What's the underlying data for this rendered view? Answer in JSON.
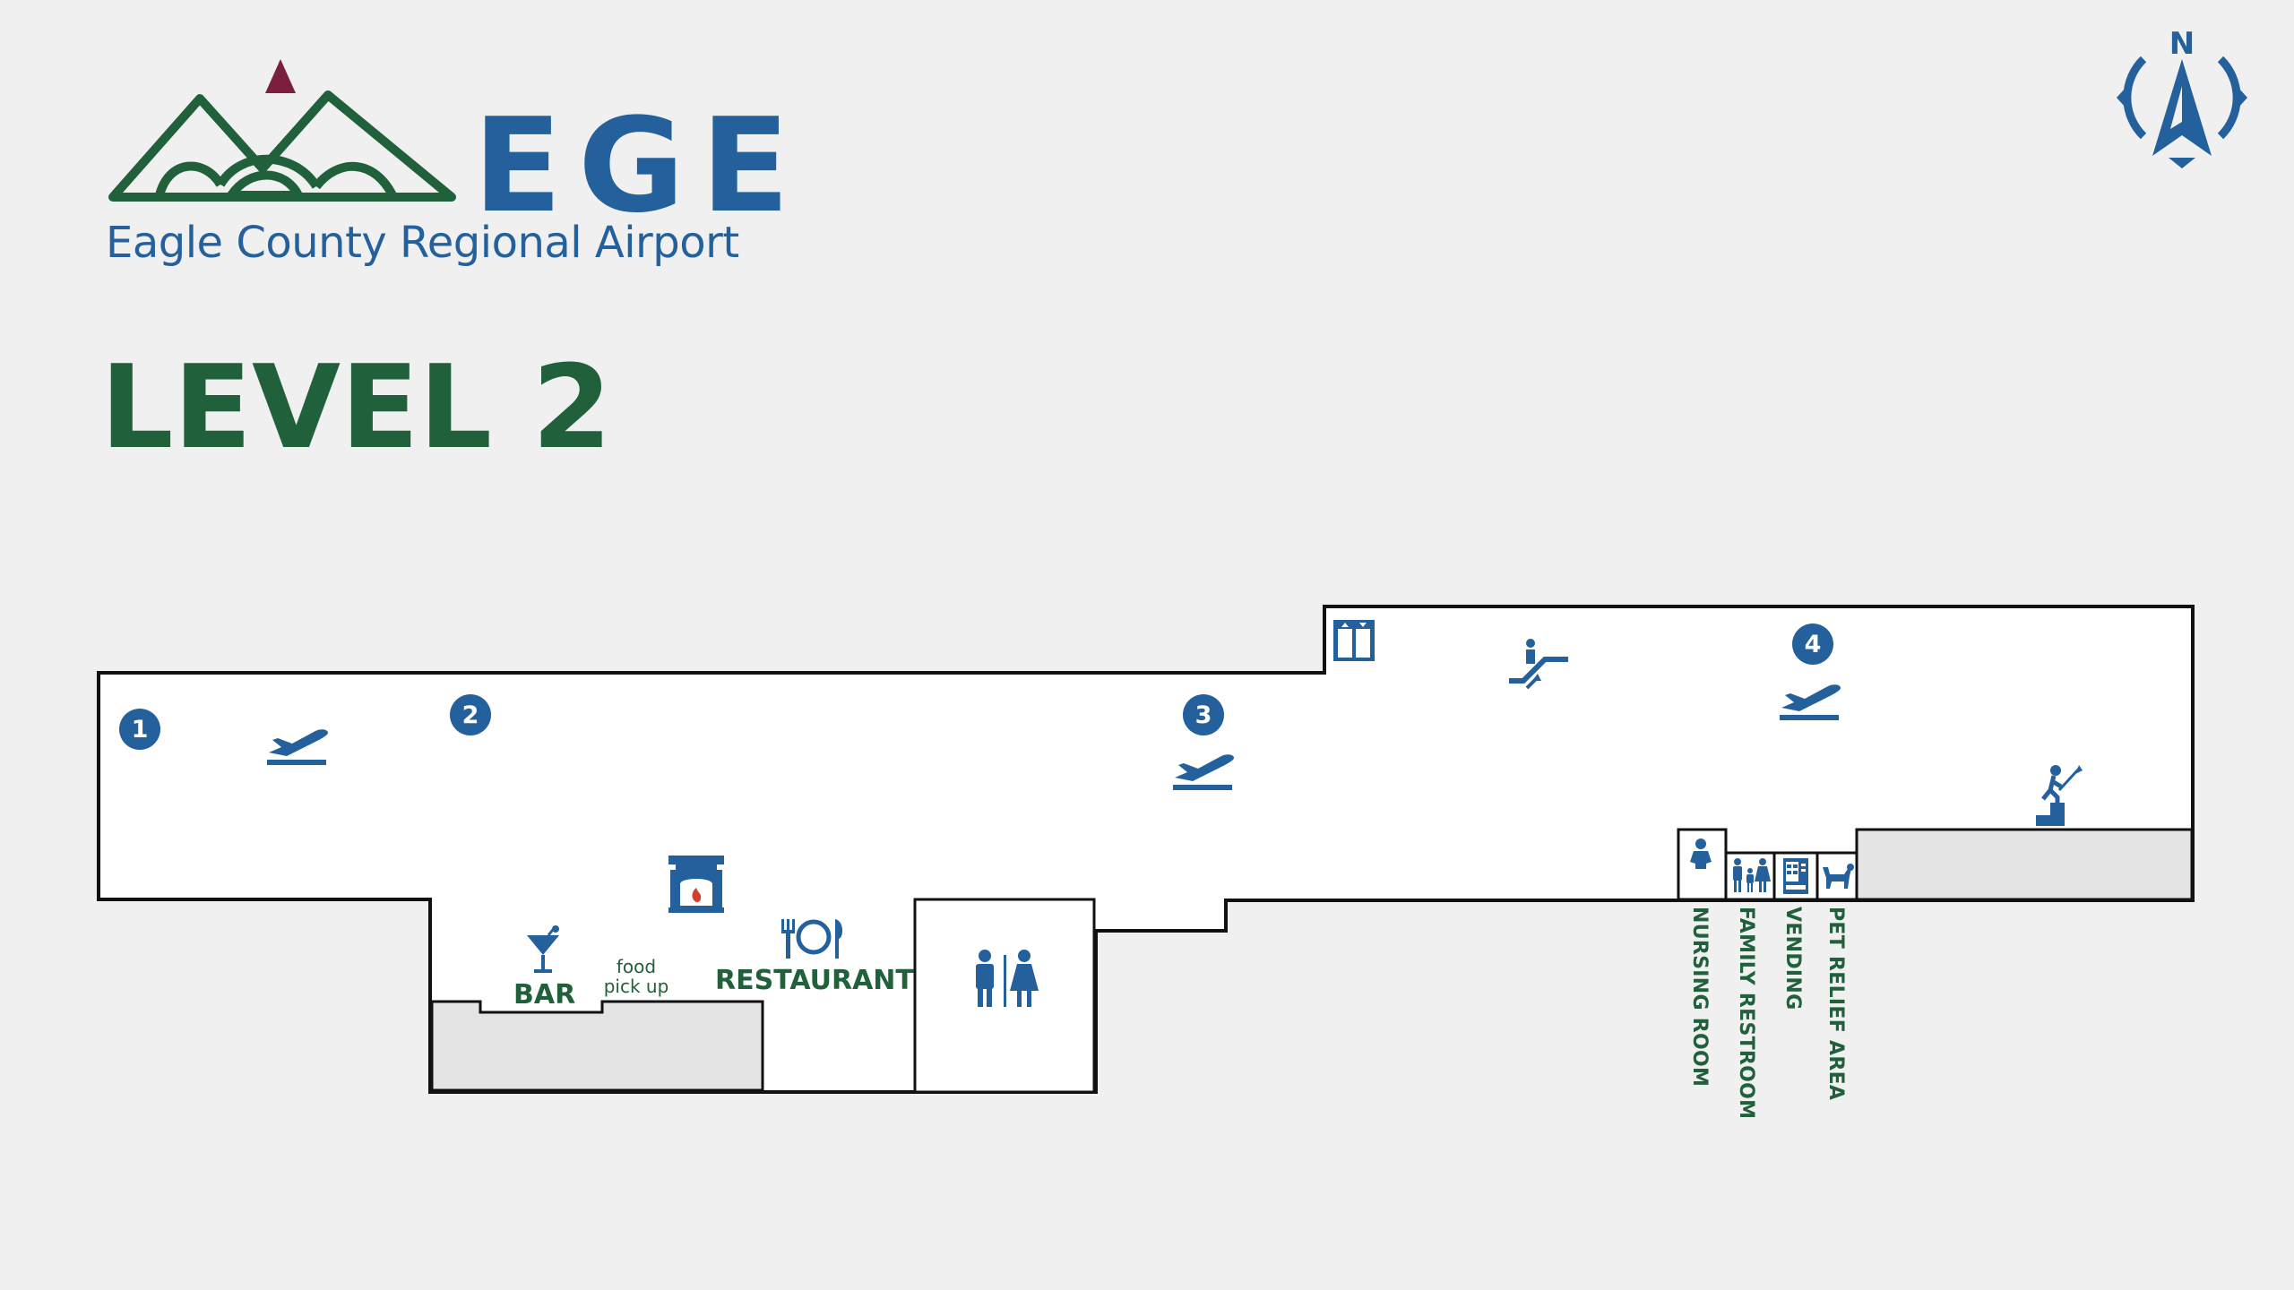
{
  "brand": {
    "wordmark": "EGE",
    "subtitle": "Eagle County Regional Airport",
    "colors": {
      "green": "#20603a",
      "blue": "#24609b",
      "maroon": "#7a1f3d",
      "background": "#f0f0f0",
      "room_fill": "#e4e4e4"
    }
  },
  "map": {
    "level_title": "LEVEL 2",
    "compass_label": "N",
    "gates": [
      {
        "number": "1",
        "icon": "departure-plane-icon"
      },
      {
        "number": "2",
        "icon": "departure-plane-icon"
      },
      {
        "number": "3",
        "icon": "departure-plane-icon"
      },
      {
        "number": "4",
        "icon": "departure-plane-icon"
      }
    ],
    "amenities": {
      "bar": "BAR",
      "food_pickup_line1": "food",
      "food_pickup_line2": "pick up",
      "restaurant": "RESTAURANT",
      "nursing_room": "NURSING ROOM",
      "family_restroom": "FAMILY RESTROOM",
      "vending": "VENDING",
      "pet_relief_area": "PET RELIEF AREA"
    },
    "icons": [
      "elevator-icon",
      "escalator-icon",
      "stairs-icon",
      "fireplace-icon",
      "cocktail-icon",
      "utensils-icon",
      "restroom-icon",
      "nursing-icon",
      "family-restroom-icon",
      "vending-icon",
      "pet-relief-icon",
      "compass-icon"
    ]
  }
}
